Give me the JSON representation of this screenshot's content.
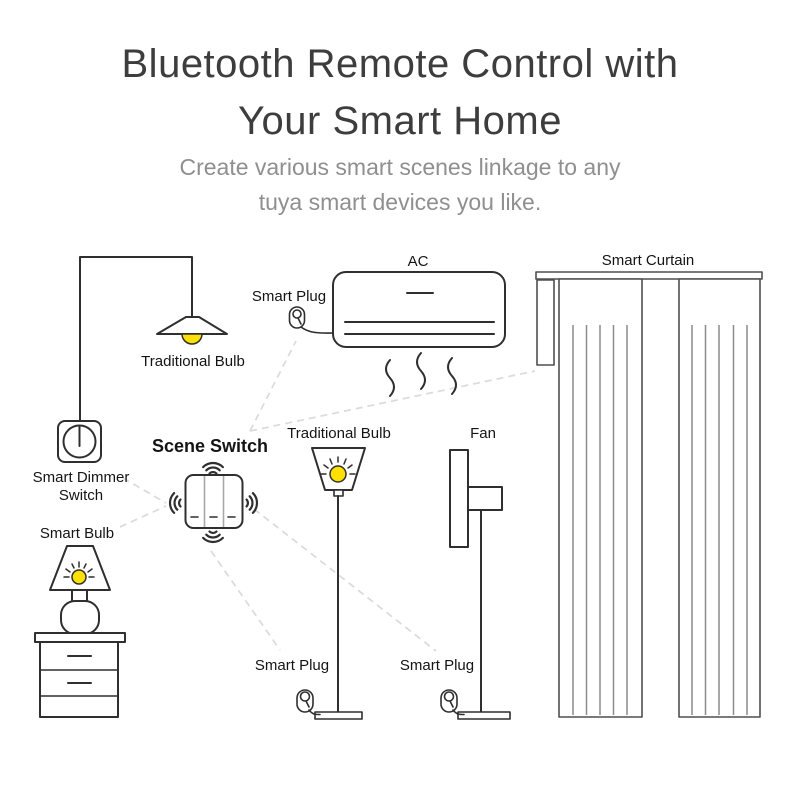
{
  "header": {
    "title_line1": "Bluetooth Remote Control with",
    "title_line2": "Your Smart Home",
    "subtitle_line1": "Create various smart scenes linkage to any",
    "subtitle_line2": "tuya smart devices you like."
  },
  "labels": {
    "pendant_bulb": "Traditional Bulb",
    "ac_plug": "Smart Plug",
    "ac": "AC",
    "curtain": "Smart Curtain",
    "dimmer_line1": "Smart Dimmer",
    "dimmer_line2": "Switch",
    "scene_switch": "Scene Switch",
    "floor_bulb": "Traditional Bulb",
    "fan": "Fan",
    "smart_bulb": "Smart Bulb",
    "lamp_plug": "Smart Plug",
    "fan_plug": "Smart Plug"
  },
  "connections": [
    {
      "from": "scene_switch",
      "to": "ac_plug"
    },
    {
      "from": "scene_switch",
      "to": "curtain"
    },
    {
      "from": "scene_switch",
      "to": "dimmer"
    },
    {
      "from": "scene_switch",
      "to": "smart_bulb"
    },
    {
      "from": "scene_switch",
      "to": "lamp_plug"
    },
    {
      "from": "scene_switch",
      "to": "fan_plug"
    }
  ],
  "colors": {
    "outline": "#2f2f2f",
    "bulb_yellow": "#ffe100",
    "link_dashed": "#dcdcdc",
    "curtain_fold": "#8c8c8c",
    "title": "#3d3d3d",
    "subtitle": "#8f8f8f",
    "label": "#141414"
  }
}
